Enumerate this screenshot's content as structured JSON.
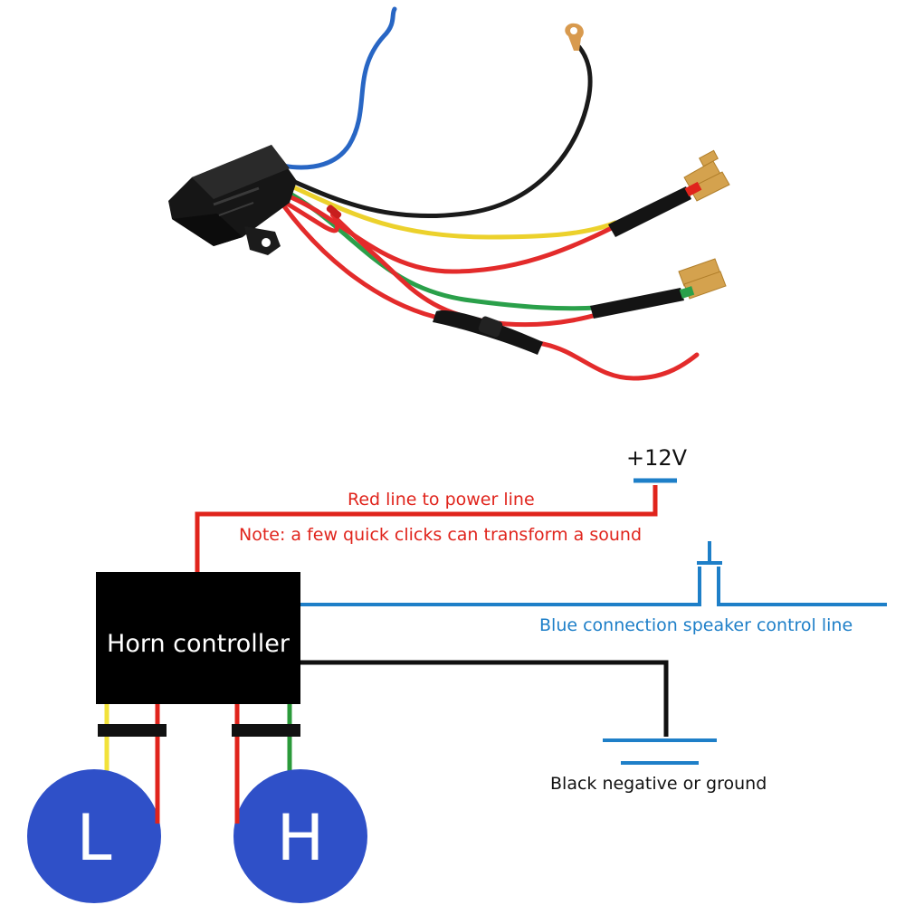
{
  "supply": {
    "voltage_label": "+12V"
  },
  "labels": {
    "red_line": "Red line to power line",
    "note": "Note: a few quick clicks can transform a sound",
    "blue_line": "Blue connection speaker control line",
    "ground": "Black negative or ground"
  },
  "controller": {
    "title": "Horn controller"
  },
  "horns": {
    "low": "L",
    "high": "H"
  },
  "colors": {
    "red": "#e0241c",
    "blue": "#1e7fc8",
    "black": "#111111",
    "yellow": "#f2e23a",
    "green": "#2a9a3a",
    "horn_fill": "#2f50c8",
    "ground_bar": "#1e7fc8",
    "text_red": "#e0241c",
    "text_blue": "#1e7fc8"
  },
  "photo": {
    "device": "black plastic horn controller module",
    "wires": [
      "blue",
      "black",
      "yellow",
      "green",
      "red"
    ],
    "connectors": [
      "ring terminal",
      "spade connectors",
      "spade connectors",
      "inline fuse holder"
    ]
  }
}
